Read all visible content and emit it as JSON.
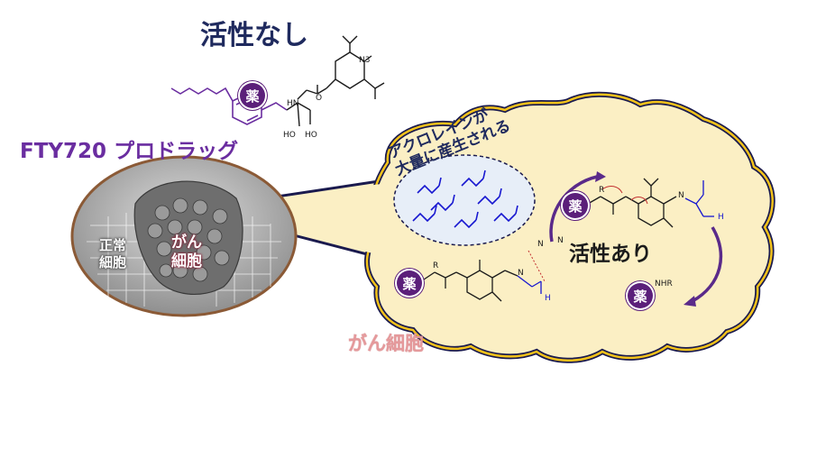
{
  "title_inactive": "活性なし",
  "prodrug_name": "FTY720 プロドラッグ",
  "title_active": "活性あり",
  "cancer_cell_label": "がん細胞",
  "normal_cell_label": "正常\n細胞",
  "tumor_cell_label": "がん\n細胞",
  "acrolein_caption": {
    "line1": "アクロレインが",
    "line2": "大量に産生される"
  },
  "drug_label": "薬",
  "chem_labels": {
    "azide": "N3",
    "hn": "HN",
    "nh": "N",
    "ho1": "HO",
    "ho2": "HO",
    "r": "R",
    "h": "H",
    "n_plus": "N",
    "n_minus": "N",
    "nhr": "NHR",
    "o": "O"
  },
  "colors": {
    "title_navy": "#1f2a5e",
    "prodrug_purple": "#6a2da0",
    "drug_purple": "#5b1f7a",
    "cell_fill": "#fbefc4",
    "cell_outline_yellow": "#f2c21a",
    "cell_outline_navy": "#1a1a4e",
    "acrolein_blue": "#1717d0",
    "arrow_purple": "#5a2a8a",
    "cancer_label_pink": "#e5999b",
    "tissue_rim": "#8b5a36"
  }
}
